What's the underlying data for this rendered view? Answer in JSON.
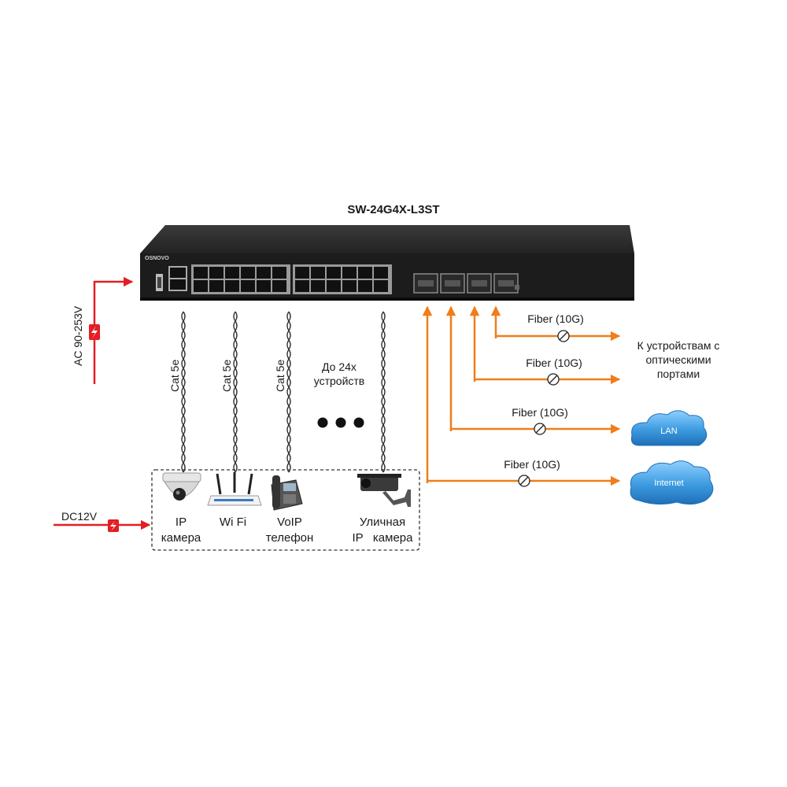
{
  "title": "SW-24G4X-L3ST",
  "brand": "OSNOVO",
  "power": {
    "ac_label": "AC 90-253V",
    "dc_label": "DC12V"
  },
  "cables": {
    "cat_labels": [
      "Cat 5e",
      "Cat 5e",
      "Cat 5e"
    ],
    "max_devices": [
      "До 24х",
      "устройств"
    ]
  },
  "devices": [
    {
      "line1": "IP",
      "line2": "камера",
      "icon": "dome-camera-icon"
    },
    {
      "line1": "Wi Fi",
      "line2": "",
      "icon": "wifi-router-icon"
    },
    {
      "line1": "VoIP",
      "line2": "телефон",
      "icon": "voip-phone-icon"
    },
    {
      "line1": "Уличная",
      "line2": "IP   камера",
      "icon": "street-camera-icon"
    }
  ],
  "fiber": {
    "label": "Fiber (10G)",
    "destinations": {
      "optical_devices": [
        "К устройствам с",
        "оптическими",
        "портами"
      ],
      "lan": "LAN",
      "internet": "Internet"
    }
  },
  "colors": {
    "fiber": "#f07d1a",
    "power": "#e31e24",
    "cloud": "#3d9be0",
    "switch_body": "#1c1c1c"
  }
}
